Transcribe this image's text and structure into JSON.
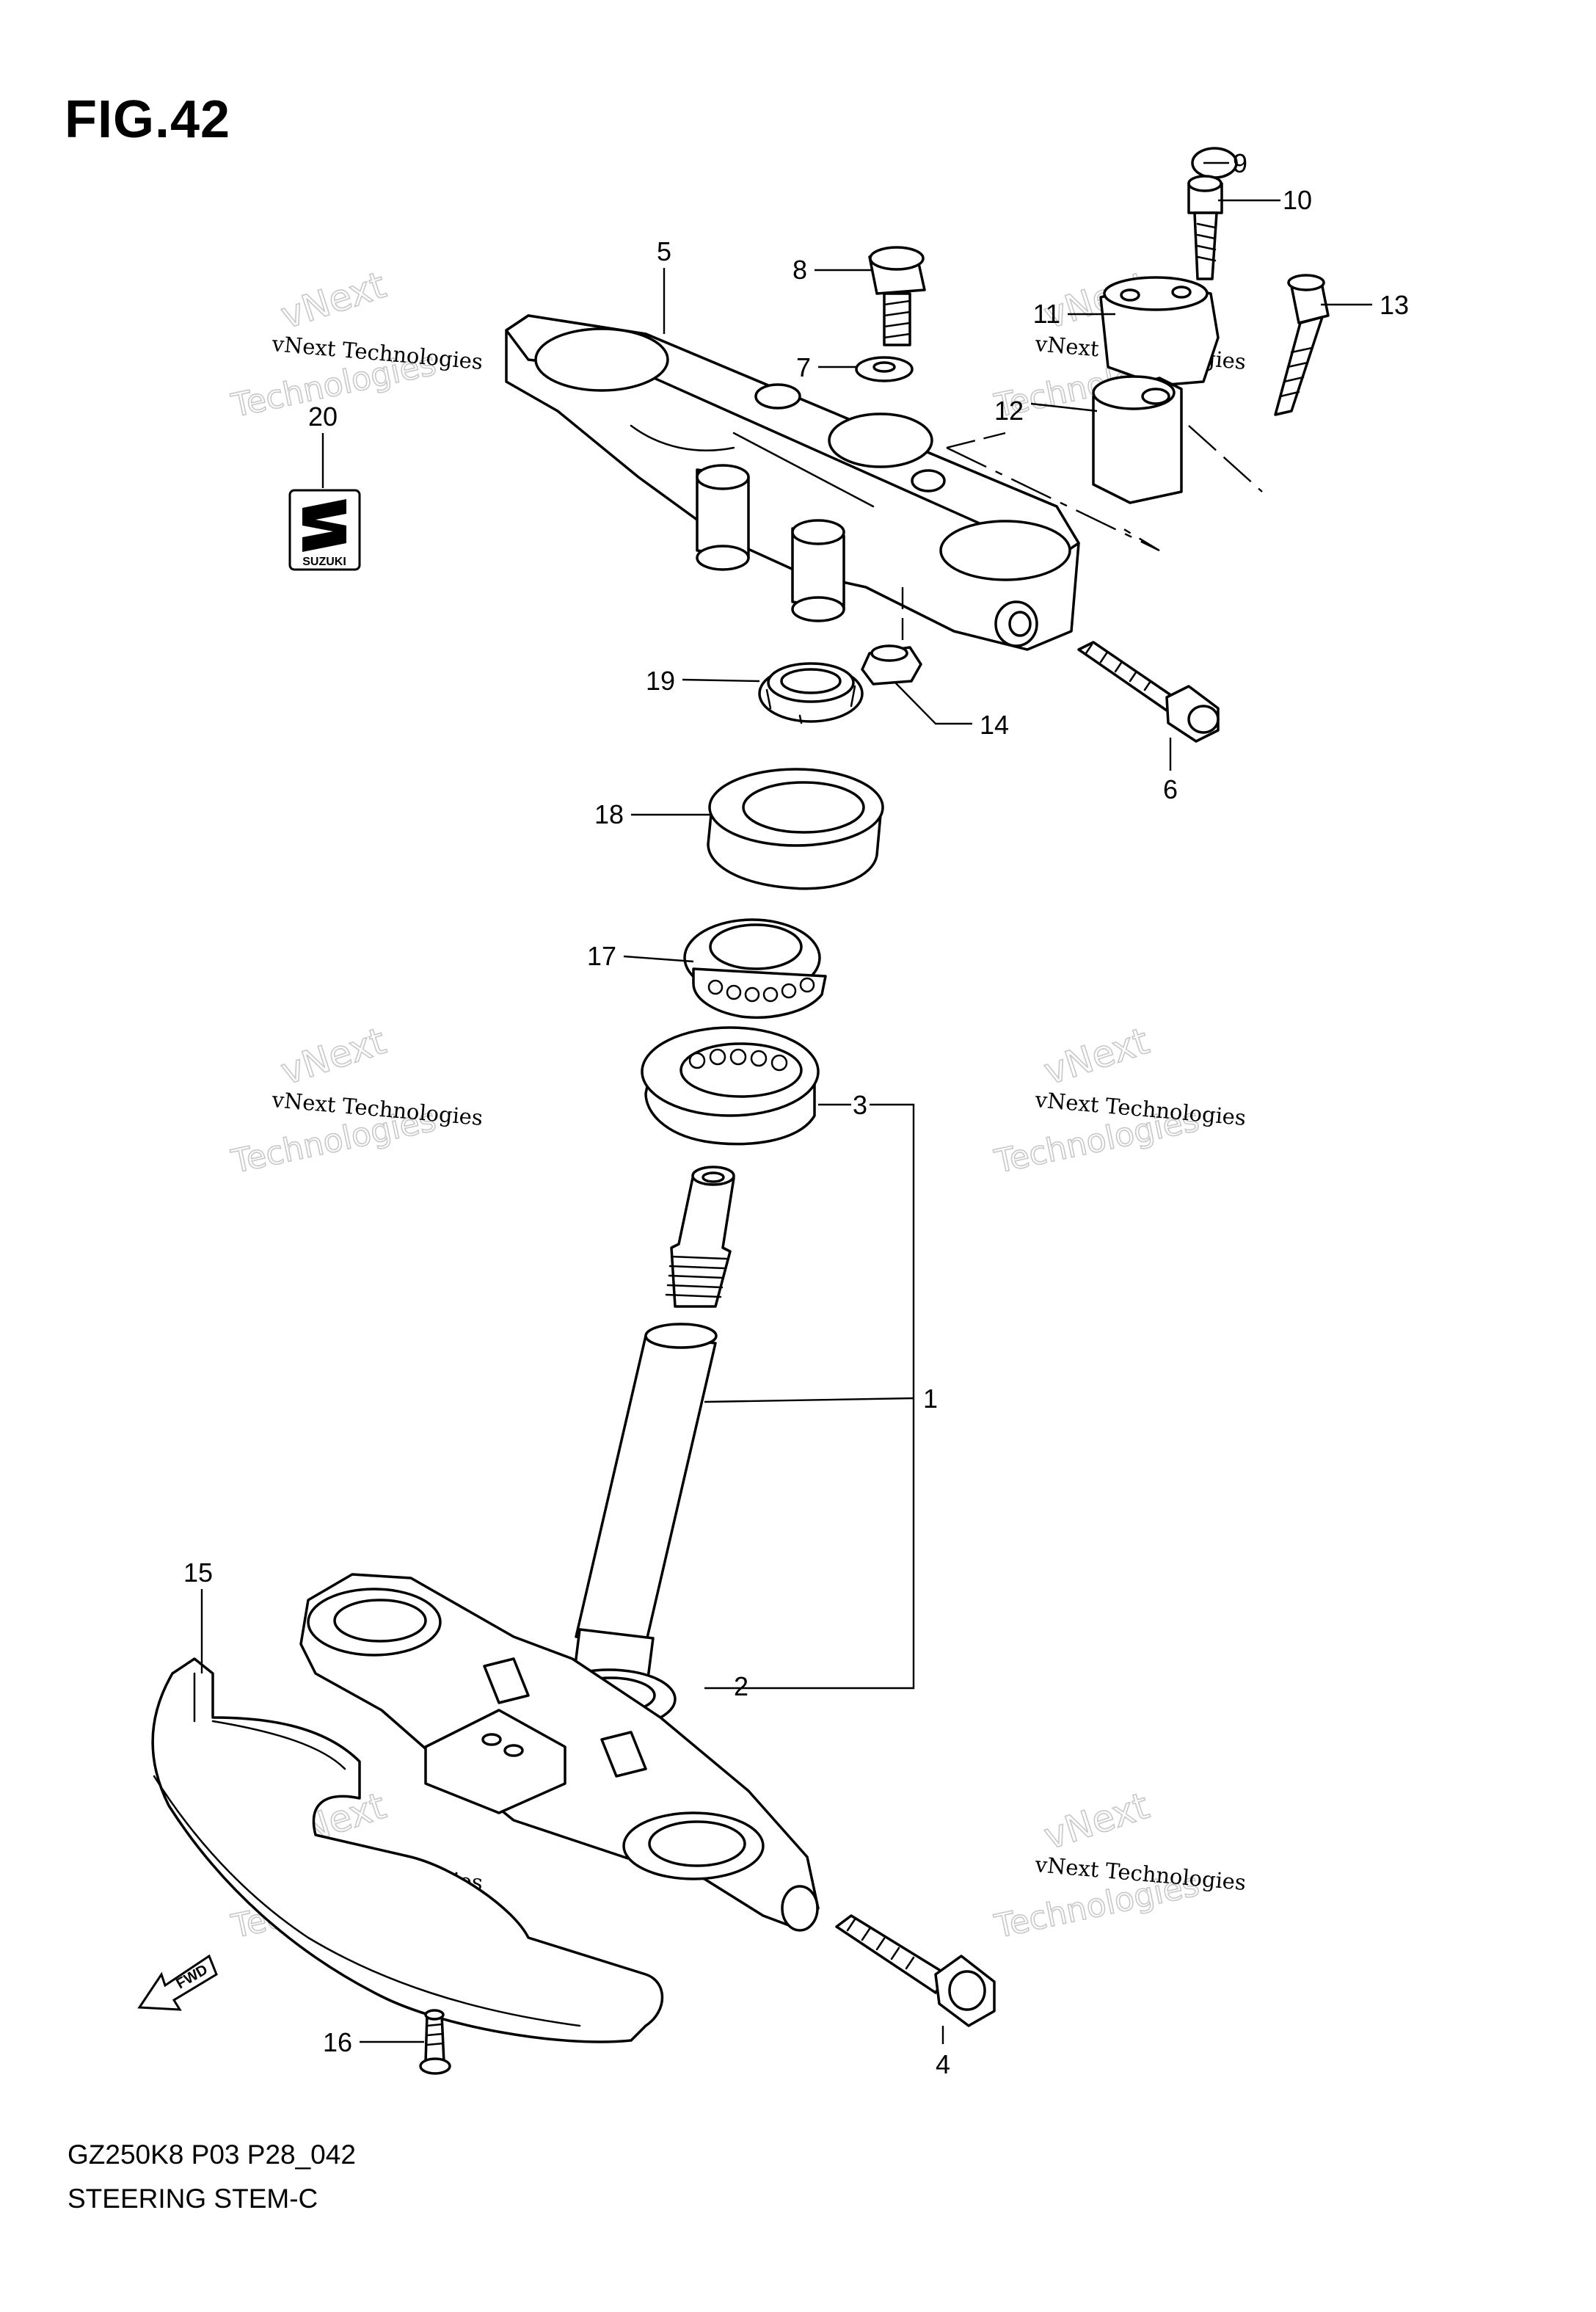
{
  "figure": {
    "title": "FIG.42",
    "code": "GZ250K8 P03 P28_042",
    "name": "STEERING STEM-C"
  },
  "watermark": {
    "line1": "vNext Technologies",
    "line2": "vNext",
    "line3": "Technologies"
  },
  "logo": {
    "text": "SUZUKI"
  },
  "fwd_arrow": {
    "text": "FWD"
  },
  "callouts": [
    {
      "id": "c1",
      "label": "1"
    },
    {
      "id": "c2",
      "label": "2"
    },
    {
      "id": "c3",
      "label": "3"
    },
    {
      "id": "c4",
      "label": "4"
    },
    {
      "id": "c5",
      "label": "5"
    },
    {
      "id": "c6",
      "label": "6"
    },
    {
      "id": "c7",
      "label": "7"
    },
    {
      "id": "c8",
      "label": "8"
    },
    {
      "id": "c9",
      "label": "9"
    },
    {
      "id": "c10",
      "label": "10"
    },
    {
      "id": "c11",
      "label": "11"
    },
    {
      "id": "c12",
      "label": "12"
    },
    {
      "id": "c13",
      "label": "13"
    },
    {
      "id": "c14",
      "label": "14"
    },
    {
      "id": "c15",
      "label": "15"
    },
    {
      "id": "c16",
      "label": "16"
    },
    {
      "id": "c17",
      "label": "17"
    },
    {
      "id": "c18",
      "label": "18"
    },
    {
      "id": "c19",
      "label": "19"
    },
    {
      "id": "c20",
      "label": "20"
    }
  ]
}
